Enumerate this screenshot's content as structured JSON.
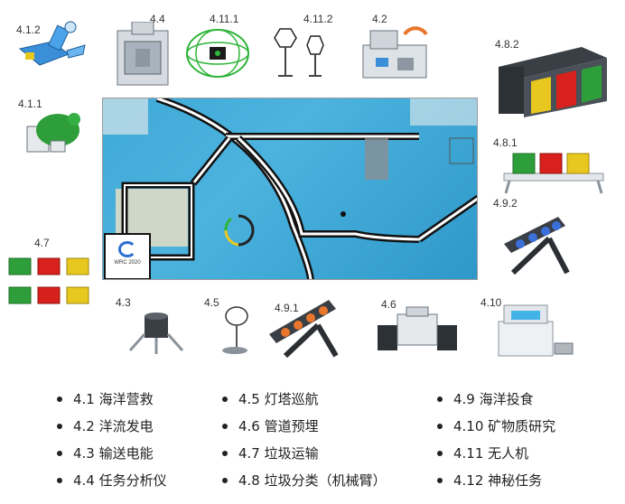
{
  "module_labels": {
    "m412": "4.1.2",
    "m44": "4.4",
    "m4111": "4.11.1",
    "m4112": "4.11.2",
    "m42": "4.2",
    "m482": "4.8.2",
    "m411": "4.1.1",
    "m481": "4.8.1",
    "m492": "4.9.2",
    "m47": "4.7",
    "m43": "4.3",
    "m45": "4.5",
    "m491": "4.9.1",
    "m46": "4.6",
    "m410": "4.10"
  },
  "mat": {
    "logo_text": "WRC 2020"
  },
  "legend": {
    "col1": [
      "4.1 海洋营救",
      "4.2 洋流发电",
      "4.3 输送电能",
      "4.4 任务分析仪"
    ],
    "col2": [
      "4.5 灯塔巡航",
      "4.6 管道预埋",
      "4.7 垃圾运输",
      "4.8 垃圾分类（机械臂）"
    ],
    "col3": [
      "4.9 海洋投食",
      "4.10 矿物质研究",
      "4.11 无人机",
      "4.12 神秘任务"
    ]
  },
  "colors": {
    "ocean": "#3fa9d6",
    "track": "#111111",
    "block_green": "#2e9e3a",
    "block_red": "#d8201c",
    "block_yellow": "#e8c81e",
    "robot_blue": "#3b8fd9",
    "drone_green": "#2fb53a"
  }
}
